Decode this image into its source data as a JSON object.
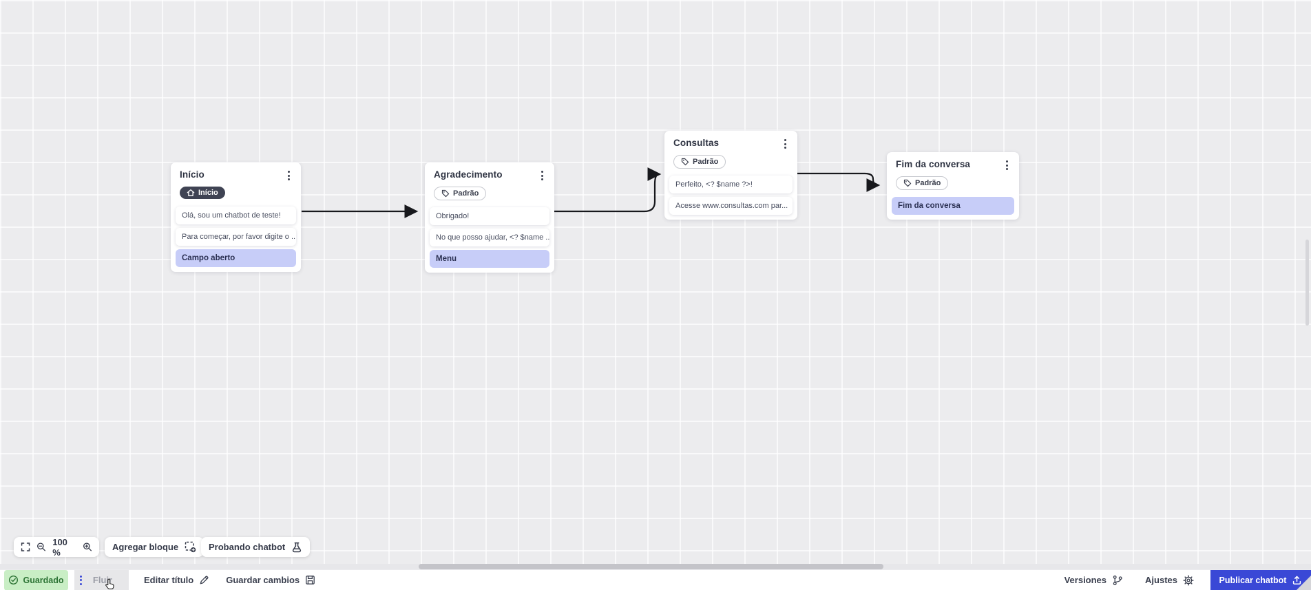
{
  "colors": {
    "accent_blue": "#3a48d6",
    "saved_green_bg": "#c9eec5",
    "saved_green_text": "#2c7334",
    "action_item_bg": "#c7cdf8",
    "arrow": "#17181c",
    "canvas_bg": "#ececee"
  },
  "nodes": [
    {
      "title": "Início",
      "badge": {
        "icon": "home-icon",
        "label": "Início"
      },
      "items": [
        {
          "text": "Olá, sou um chatbot de teste!"
        },
        {
          "text": "Para começar, por favor digite o ..."
        },
        {
          "text": "Campo aberto"
        }
      ]
    },
    {
      "title": "Agradecimento",
      "badge": {
        "icon": "tag-icon",
        "label": "Padrão"
      },
      "items": [
        {
          "text": "Obrigado!"
        },
        {
          "text": "No que posso ajudar, <? $name ..."
        },
        {
          "text": "Menu"
        }
      ]
    },
    {
      "title": "Consultas",
      "badge": {
        "icon": "tag-icon",
        "label": "Padrão"
      },
      "items": [
        {
          "text": "Perfeito, <? $name ?>!"
        },
        {
          "text": "Acesse www.consultas.com par..."
        }
      ]
    },
    {
      "title": "Fim da conversa",
      "badge": {
        "icon": "tag-icon",
        "label": "Padrão"
      },
      "items": [
        {
          "text": "Fim da conversa"
        }
      ]
    }
  ],
  "canvas_toolbar": {
    "zoom_level": "100 %",
    "add_block": "Agregar bloque",
    "test_chatbot": "Probando chatbot"
  },
  "statusbar": {
    "saved": "Guardado",
    "flow_tab": "Fluir",
    "edit_title": "Editar título",
    "save_changes": "Guardar cambios",
    "versions": "Versiones",
    "settings": "Ajustes",
    "publish": "Publicar chatbot"
  }
}
